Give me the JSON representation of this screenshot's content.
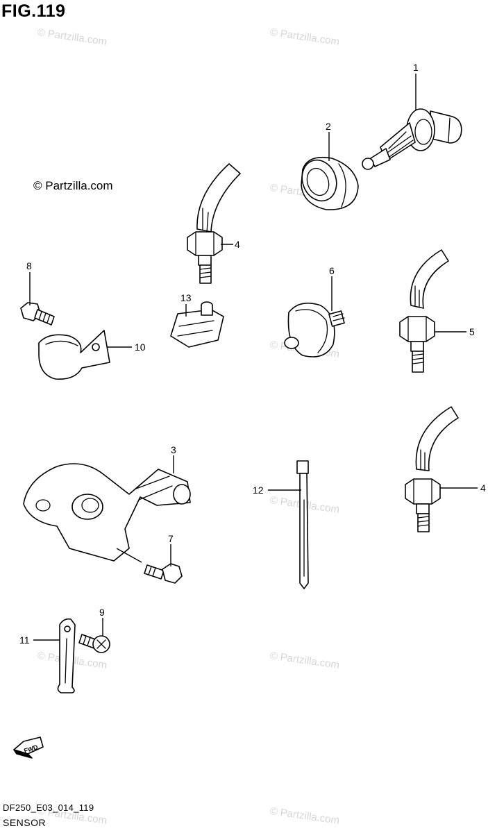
{
  "figure_title": "FIG.119",
  "copyright_notice": "© Partzilla.com",
  "watermark_text": "© Partzilla.com",
  "drawing_code": "DF250_E03_014_119",
  "caption": "SENSOR",
  "fwd_arrow_text": "FWD",
  "callouts": [
    "1",
    "2",
    "3",
    "4",
    "4",
    "5",
    "6",
    "7",
    "8",
    "9",
    "10",
    "11",
    "12",
    "13"
  ]
}
